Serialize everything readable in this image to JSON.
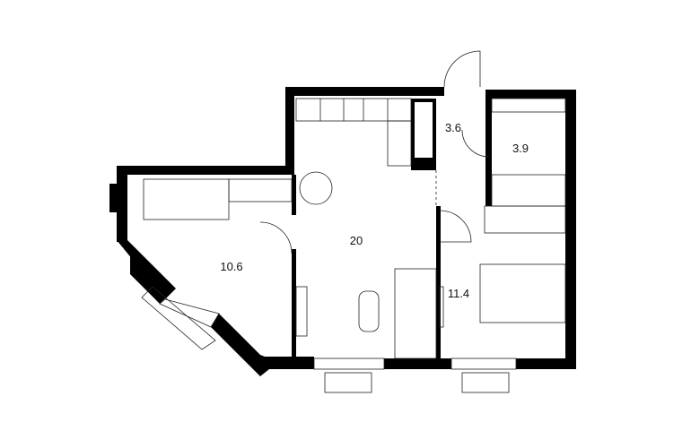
{
  "plan": {
    "rooms": [
      {
        "id": "kitchen-living",
        "area": "20"
      },
      {
        "id": "bedroom-left",
        "area": "10.6"
      },
      {
        "id": "hallway",
        "area": "3.6"
      },
      {
        "id": "bathroom",
        "area": "3.9"
      },
      {
        "id": "bedroom-right",
        "area": "11.4"
      }
    ]
  },
  "colors": {
    "wall": "#000000",
    "line": "#222222",
    "background": "#ffffff"
  }
}
